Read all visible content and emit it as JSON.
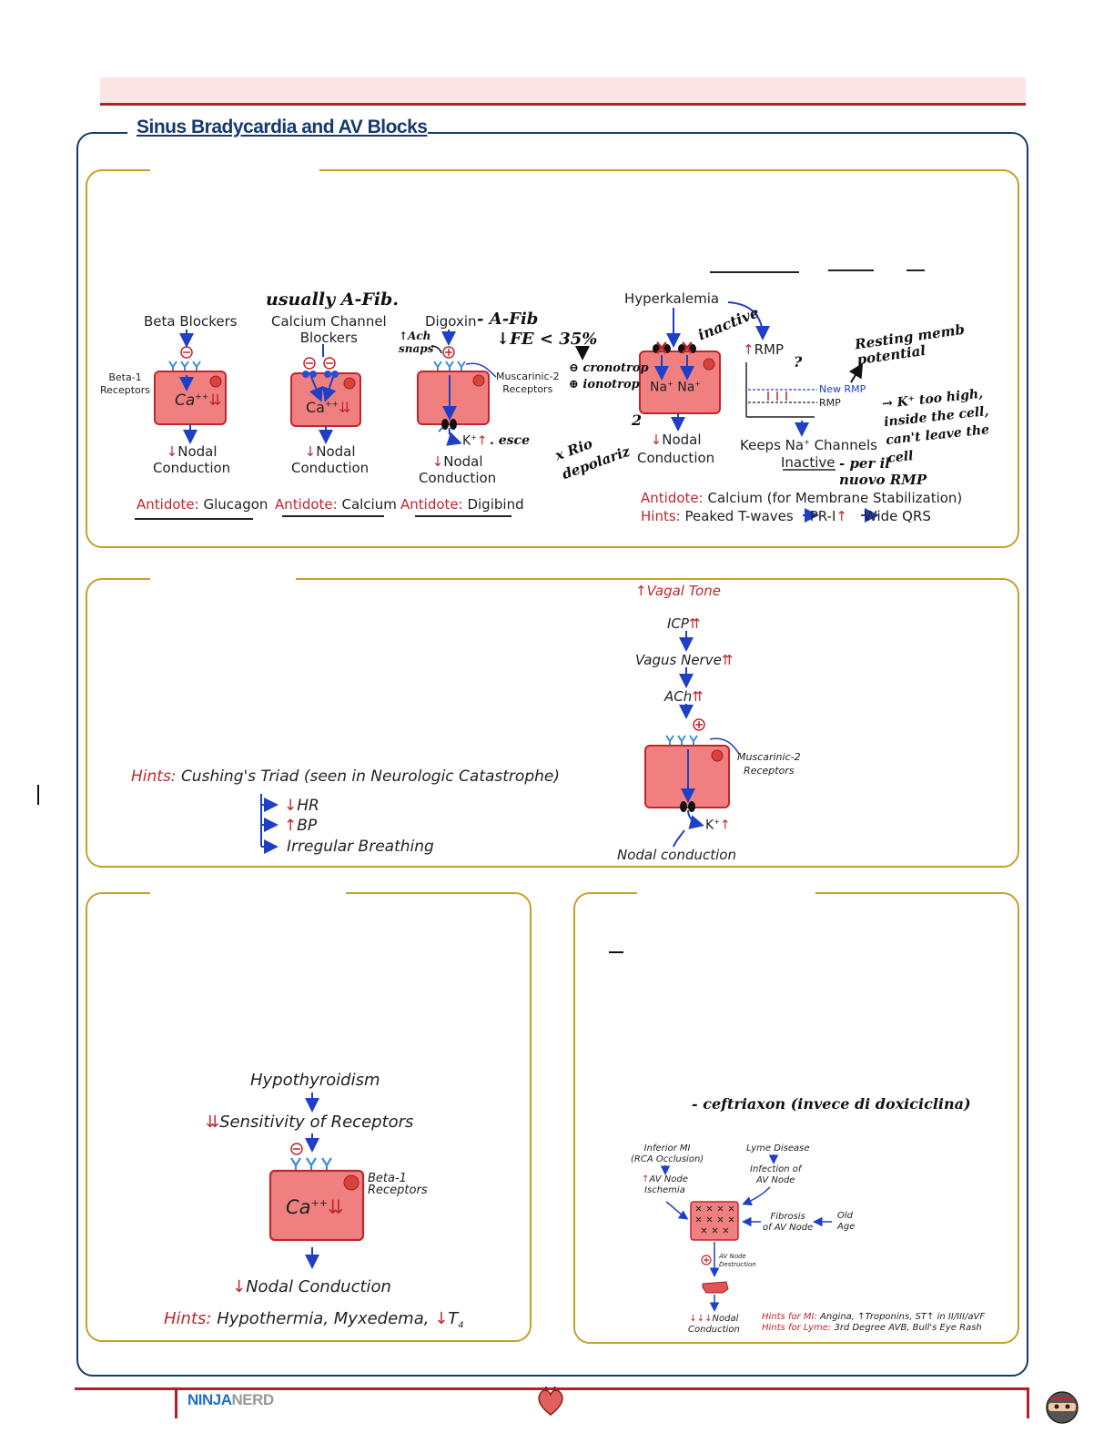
{
  "header": {
    "title": "Sinus Bradycardia and AV Blocks"
  },
  "section1": {
    "beta": {
      "label": "Beta Blockers",
      "receptors": "Beta-1\nReceptors",
      "ca": "Ca",
      "nodal": "Nodal\nConduction",
      "antidote_label": "Antidote:",
      "antidote_value": "Glucagon"
    },
    "ccb": {
      "label": "Calcium Channel\nBlockers",
      "note": "usually A-Fib.",
      "ca": "Ca",
      "nodal": "Nodal\nConduction",
      "antidote_label": "Antidote:",
      "antidote_value": "Calcium"
    },
    "digoxin": {
      "label": "Digoxin",
      "note1": "- A-Fib",
      "note2": "↓FE < 35%",
      "note3": "↑Ach\nsnaps",
      "note4": "⊖ cronotrop\n⊕ ionotrop",
      "receptors": "Muscarinic-2\nReceptors",
      "k": "K",
      "k_note": "esce",
      "nodal": "Nodal\nConduction",
      "note5": "x Rio\ndepolariz",
      "antidote_label": "Antidote:",
      "antidote_value": "Digibind"
    },
    "hyperk": {
      "label": "Hyperkalemia",
      "inactive_note": "inactive",
      "na1": "Na",
      "na2": "Na",
      "nodal": "Nodal\nConduction",
      "rmp": "RMP",
      "question": "?",
      "new_rmp": "New RMP",
      "rmp_line": "RMP",
      "keeps": "Keeps Na",
      "channels": "Channels",
      "inactive": "Inactive",
      "note_resting": "Resting memb\npotential",
      "note_k": "→ K⁺ too high,\ninside the cell,\ncan't leave the\ncell",
      "note_rmp2": "- per il\nnuovo RMP",
      "antidote_label": "Antidote:",
      "antidote_value": "Calcium (for Membrane Stabilization)",
      "hints_label": "Hints:",
      "hints_value_a": "Peaked T-waves",
      "hints_value_b": "PR-I",
      "hints_value_c": "Wide QRS"
    }
  },
  "section2": {
    "vagal": "Vagal Tone",
    "icp": "ICP",
    "vagus": "Vagus Nerve",
    "ach": "ACh",
    "receptors": "Muscarinic-2\nReceptors",
    "k": "K",
    "nodal": "Nodal conduction",
    "hints_label": "Hints:",
    "hints_value": "Cushing's Triad (seen in Neurologic Catastrophe)",
    "triad": [
      "HR",
      "BP",
      "Irregular Breathing"
    ]
  },
  "section3": {
    "hypo": "Hypothyroidism",
    "sensitivity": "Sensitivity of Receptors",
    "receptors": "Beta-1\nReceptors",
    "ca": "Ca",
    "nodal": "Nodal Conduction",
    "hints_label": "Hints:",
    "hints_value": "Hypothermia, Myxedema, ",
    "t4": "T",
    "t4_sub": "4"
  },
  "section4": {
    "note": "- ceftriaxon (invece di doxiciclina)",
    "inferior_mi": "Inferior MI\n(RCA Occlusion)",
    "av_ischemia": "AV Node\nIschemia",
    "lyme": "Lyme Disease",
    "infection": "Infection of\nAV Node",
    "fibrosis": "Fibrosis\nof AV Node",
    "old_age": "Old\nAge",
    "destruction": "AV Node\nDestruction",
    "nodal": "Nodal\nConduction",
    "hints_mi_label": "Hints for MI:",
    "hints_mi_value": "Angina, ↑Troponins, ST↑ in II/III/aVF",
    "hints_lyme_label": "Hints for Lyme:",
    "hints_lyme_value": "3rd Degree AVB, Bull's Eye Rash"
  },
  "footer": {
    "logo_a": "NINJA",
    "logo_b": "NERD"
  },
  "colors": {
    "accent_red": "#c0262d",
    "arrow_blue": "#1f3fc6",
    "cell_fill": "#f08080",
    "frame_gold": "#c5a02a",
    "frame_navy": "#163a6b"
  }
}
